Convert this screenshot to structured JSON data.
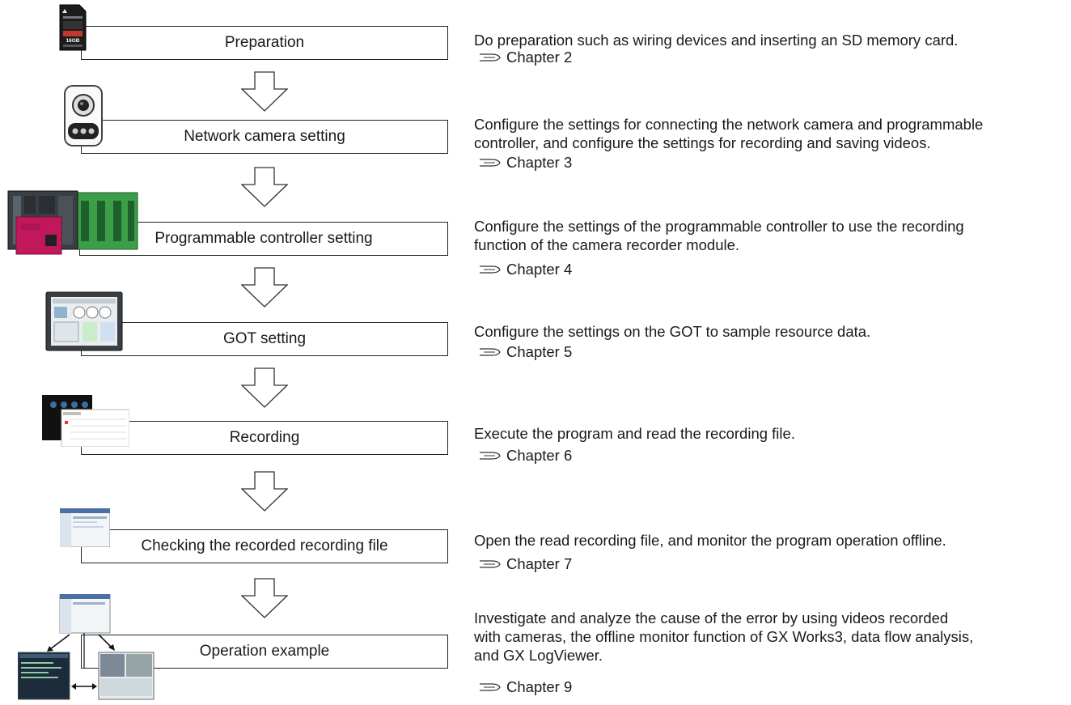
{
  "steps": [
    {
      "label": "Preparation",
      "description": [
        "Do preparation such as wiring devices and inserting an SD memory card."
      ],
      "reference": "Chapter 2"
    },
    {
      "label": "Network camera setting",
      "description": [
        "Configure the settings for connecting the network camera and programmable",
        "controller, and configure the settings for recording and saving videos."
      ],
      "reference": "Chapter 3"
    },
    {
      "label": "Programmable controller setting",
      "description": [
        "Configure the settings of the programmable controller to use the recording",
        "function of the camera recorder module."
      ],
      "reference": "Chapter 4"
    },
    {
      "label": "GOT setting",
      "description": [
        "Configure the settings on the GOT to sample resource data."
      ],
      "reference": "Chapter 5"
    },
    {
      "label": "Recording",
      "description": [
        "Execute the program and read the recording file."
      ],
      "reference": "Chapter 6"
    },
    {
      "label": "Checking the recorded recording file",
      "description": [
        "Open the read recording file, and monitor the program operation offline."
      ],
      "reference": "Chapter 7"
    },
    {
      "label": "Operation example",
      "description": [
        "Investigate and analyze the cause of the error by using videos recorded",
        "with cameras, the offline monitor function of GX Works3, data flow analysis,",
        "and GX LogViewer."
      ],
      "reference": "Chapter 9"
    }
  ],
  "sd_card": {
    "capacity_label": "16GB"
  },
  "icons": {
    "reference": "pointing-hand-icon",
    "flow_arrow": "down-arrow-icon"
  }
}
